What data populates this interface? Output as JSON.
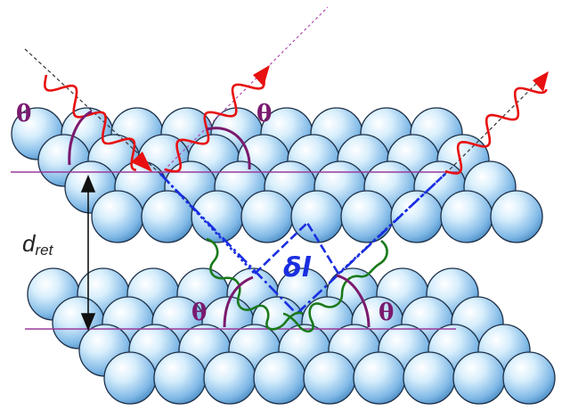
{
  "labels": {
    "theta": "θ",
    "path_difference": "δl",
    "spacing_main": "d",
    "spacing_sub": "ret"
  },
  "colors": {
    "atom_fill_light": "#e8f6ff",
    "atom_fill_dark": "#5a9ed6",
    "atom_stroke": "#1e3048",
    "wave_incident": "#e81010",
    "wave_scattered": "#1a7a1a",
    "plane_line": "#9c3a9c",
    "angle_arc": "#7a1a6e",
    "construction_line": "#1a2ee0",
    "ray_line": "#333333"
  },
  "icons": {
    "arrow_head": "arrowhead-icon",
    "spacing_arrow": "double-headed-arrow-icon"
  }
}
